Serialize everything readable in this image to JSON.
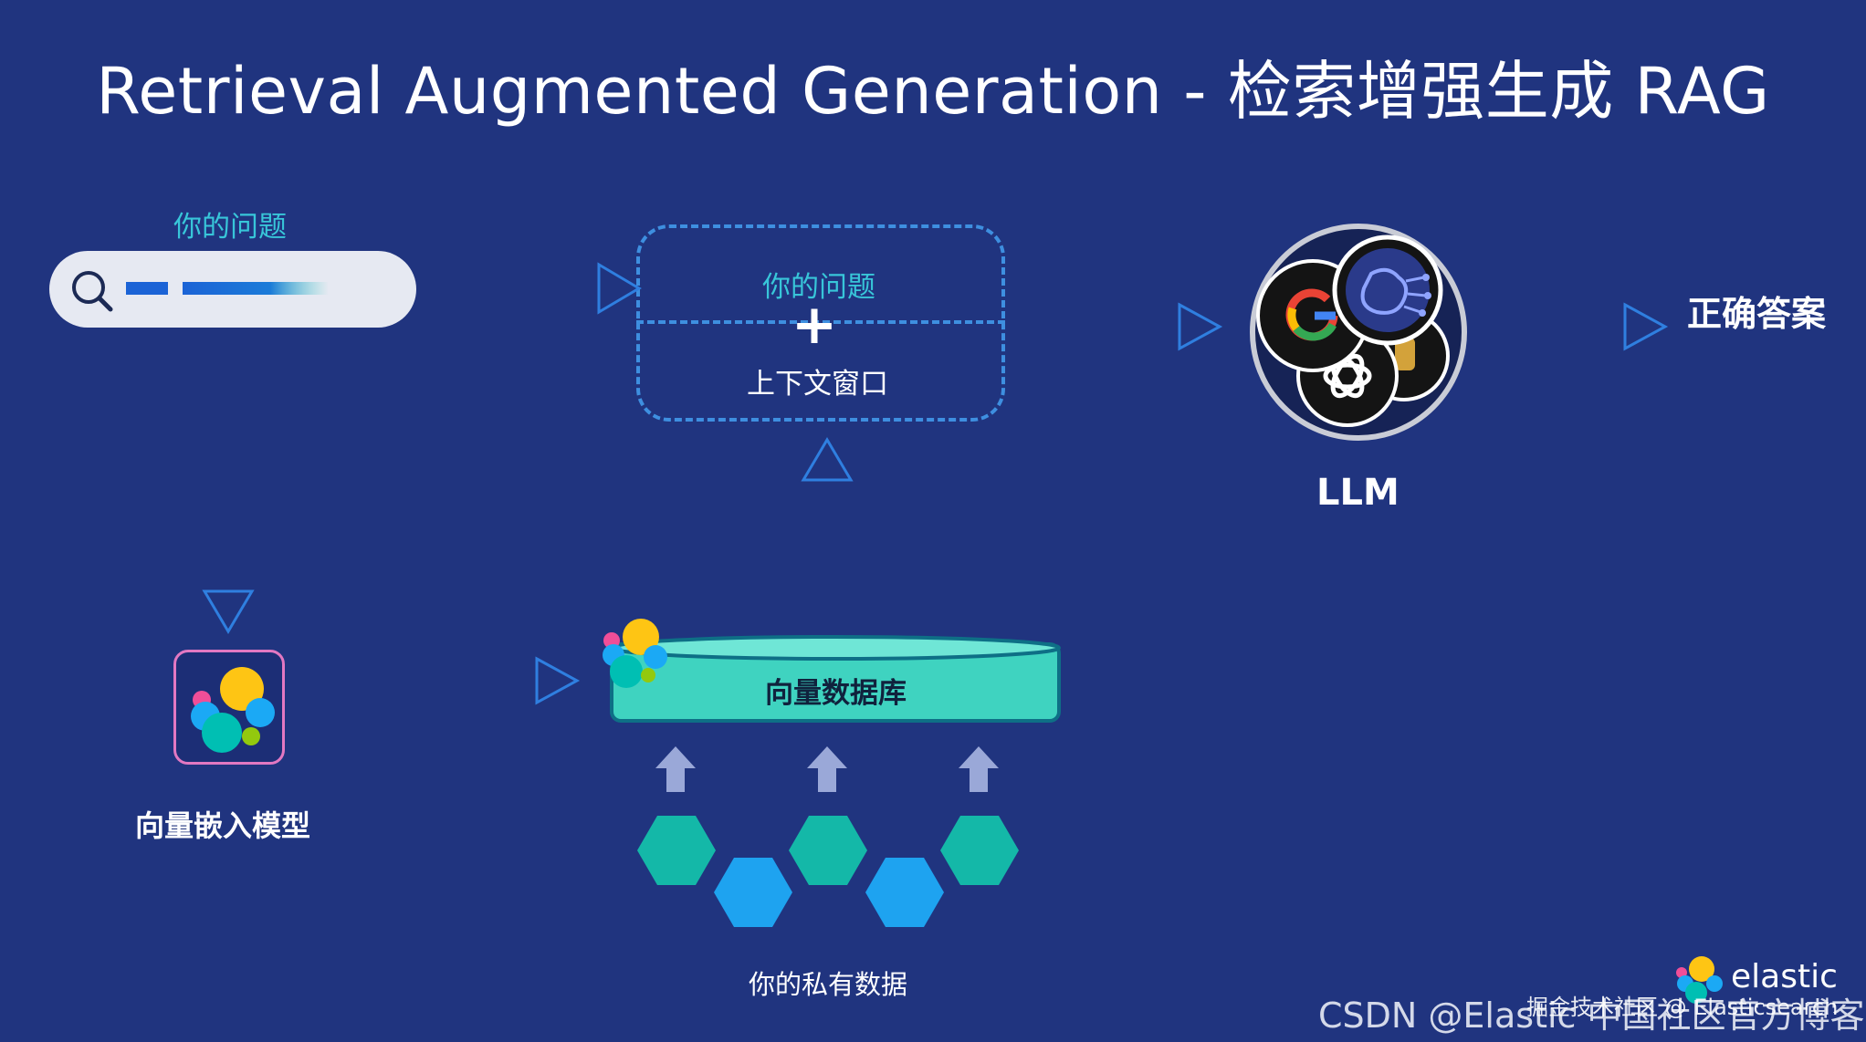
{
  "title": "Retrieval Augmented Generation - 检索增强生成 RAG",
  "query_label": "你的问题",
  "context": {
    "question": "你的问题",
    "plus": "+",
    "window": "上下文窗口"
  },
  "llm_label": "LLM",
  "answer_label": "正确答案",
  "embedding_label": "向量嵌入模型",
  "vector_db_label": "向量数据库",
  "private_data_label": "你的私有数据",
  "brand": "elastic",
  "watermark_main": "CSDN @Elastic 中国社区官方博客",
  "watermark_sub": "掘金技术社区 @ Elasticsearch",
  "icons": [
    "search-icon",
    "elastic-logo",
    "google-icon",
    "ai-brain-icon",
    "openai-icon",
    "llama-icon",
    "hexagon-data-icon",
    "arrow-up-icon",
    "arrow-right-icon"
  ],
  "colors": {
    "background": "#20347f",
    "accent_cyan": "#38c6d9",
    "dashed_blue": "#3e8fe0",
    "teal": "#14b8a8",
    "sky": "#1ea3f0",
    "db_teal": "#3fd3c0"
  }
}
